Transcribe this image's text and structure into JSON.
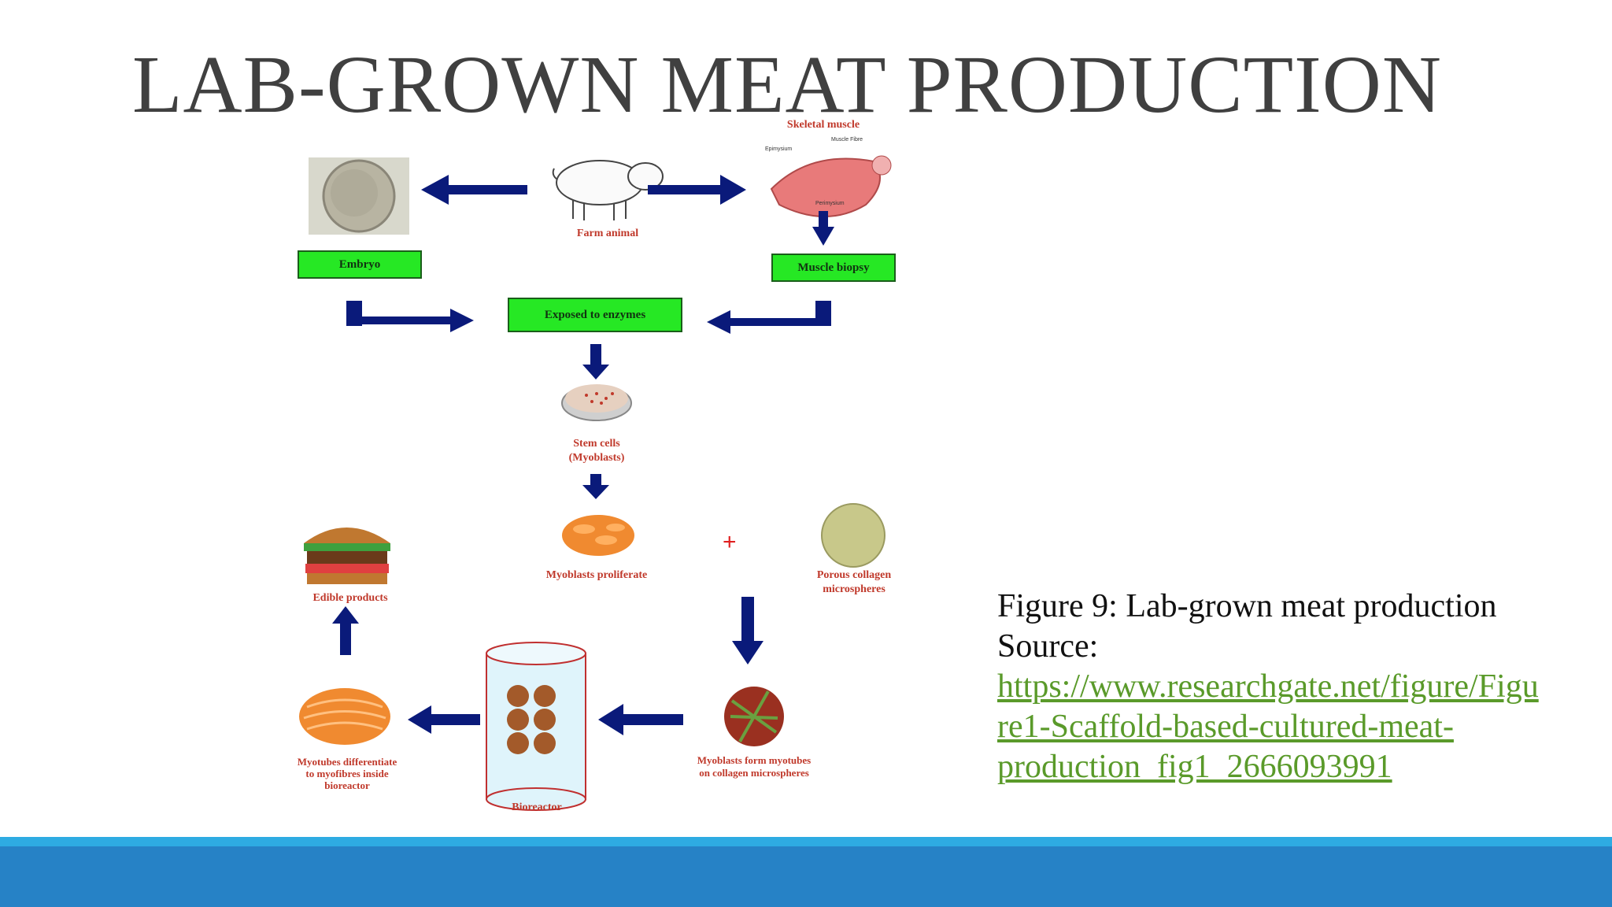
{
  "slide": {
    "title": "LAB-GROWN MEAT PRODUCTION"
  },
  "diagram": {
    "labels": {
      "farm_animal": "Farm animal",
      "skeletal_muscle": "Skeletal muscle",
      "muscle_fibre": "Muscle Fibre",
      "epimysium": "Epimysium",
      "perimysium": "Perimysium",
      "embryo": "Embryo",
      "muscle_biopsy": "Muscle biopsy",
      "exposed_to_enzymes": "Exposed to enzymes",
      "stem_cells": "Stem cells",
      "myoblasts_paren": "(Myoblasts)",
      "myoblasts_proliferate": "Myoblasts proliferate",
      "porous_collagen_1": "Porous collagen",
      "porous_collagen_2": "microspheres",
      "plus": "+",
      "edible_products": "Edible products",
      "myotubes_1": "Myotubes differentiate",
      "myotubes_2": "to myofibres inside",
      "myotubes_3": "bioreactor",
      "bioreactor": "Bioreactor",
      "myoblasts_form_1": "Myoblasts form myotubes",
      "myoblasts_form_2": "on collagen microspheres"
    },
    "colors": {
      "arrow": "#0a1a7a",
      "box": "#26e824",
      "label": "#c0392b"
    }
  },
  "caption": {
    "line1": "Figure 9: Lab-grown meat production",
    "line2": "Source:",
    "link_line1": "https://www.researchgate.net/figure/Figu",
    "link_line2": "re1-Scaffold-based-cultured-meat-",
    "link_line3": "production_fig1_2666093991"
  },
  "footer": {
    "colors": {
      "top": "#2eabe2",
      "bottom": "#2682c6"
    }
  }
}
